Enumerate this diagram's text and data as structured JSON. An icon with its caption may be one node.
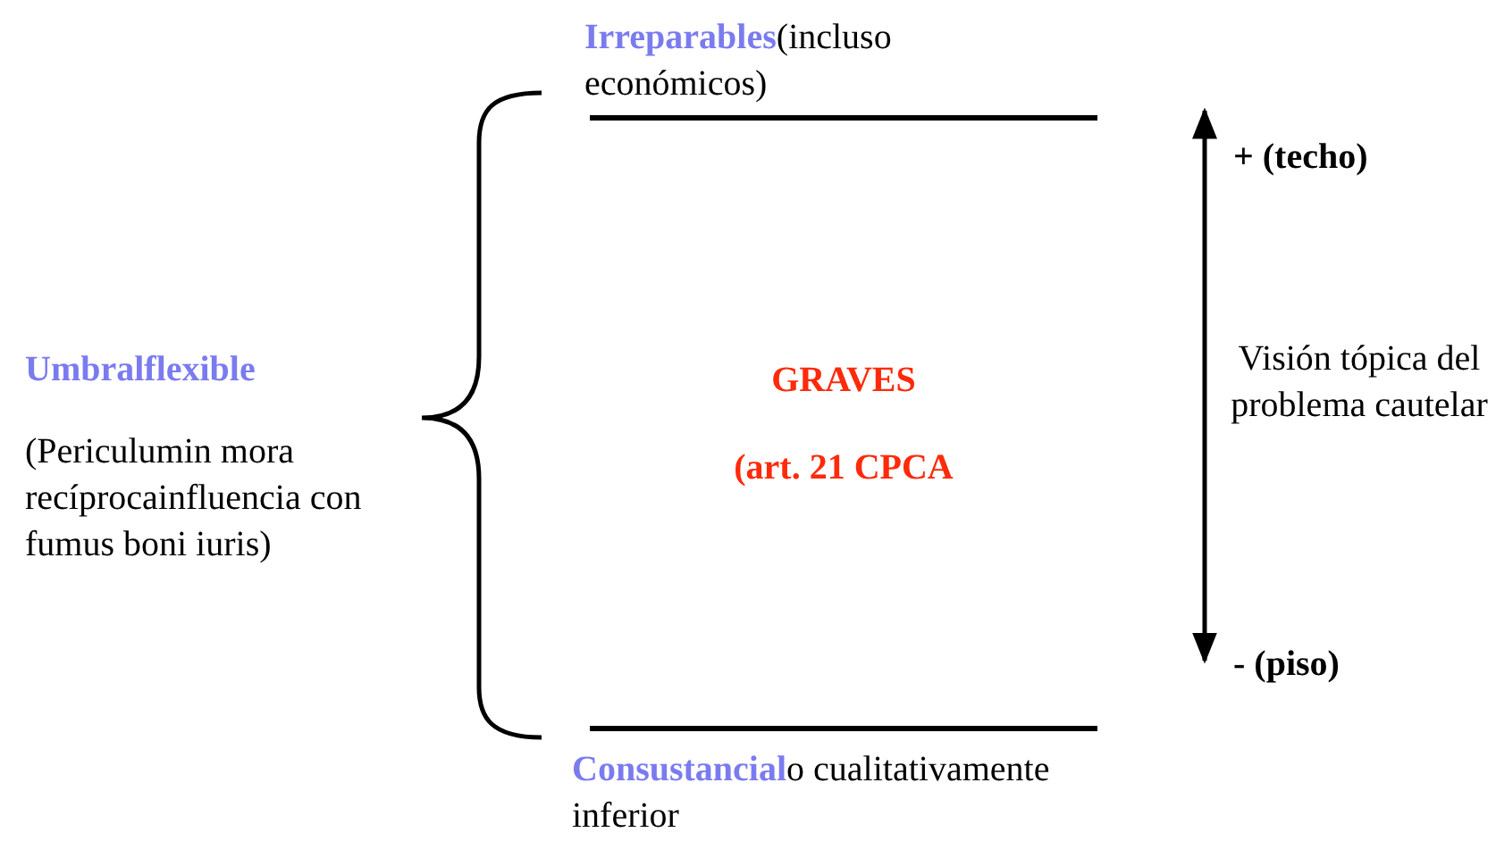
{
  "diagram": {
    "labels": [
      "**Irreparables**(incluso económicos)",
      "+ (techo)",
      "Umbralflexible",
      "GRAVES",
      "(art. 21 CPCA",
      "Visión tópica del problema cautelar",
      "(Periculumin mora recíprocainfluencia con fumus boni iuris)",
      "- (piso)",
      "**Consustancial**o cualitativamente inferior"
    ]
  }
}
